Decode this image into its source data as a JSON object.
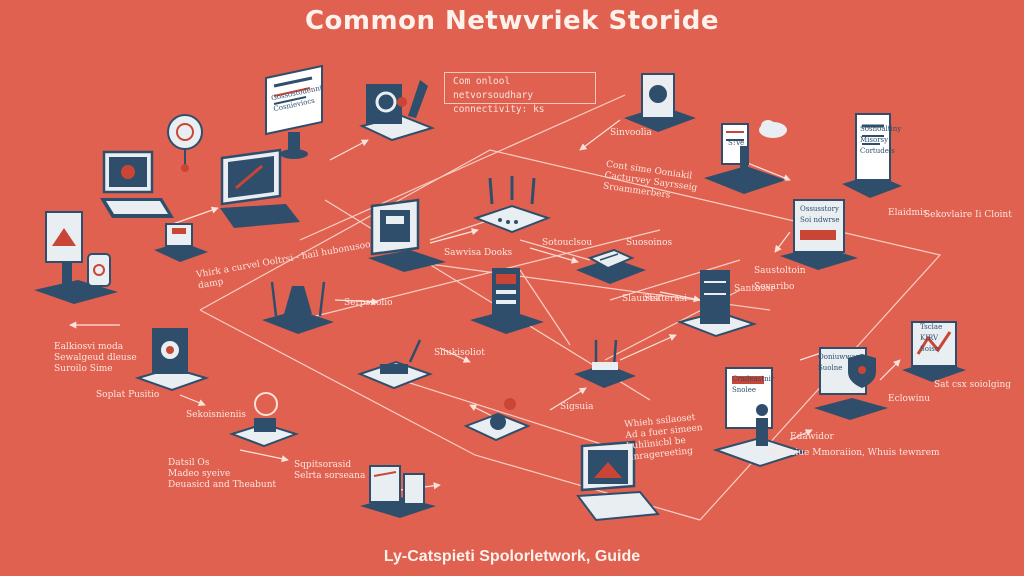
{
  "title": "Common Netwvriek Storide",
  "footer": "Ly-Catspieti Spolorletwork, Guide",
  "note": {
    "line1": "Com onlool netvorsoudhary",
    "line2": "connectivity:  ks"
  },
  "labels": [
    "Vhirk a curvel Ooltrsi - hail hubonusoo damp",
    "Ealkiosvi moda\nSewalgeud dleuse\nSuroilo Sime",
    "Soplat Pusitio",
    "Sekoisnieniis",
    "Datsil Os\nMadeo syeive\nDeuasicd and Theabunt",
    "Sqpitsorasid\nSelrta sorseana",
    "Serpsnolio",
    "Sliukisoliot",
    "Sawvisa Dooks",
    "Sotouclsou",
    "Sekterasi",
    "Sigsuia",
    "Sinvoolia",
    "Cont sime Ooniakil\nCacturvey Sayrsseig\nSroammerbers",
    "Elaidmis",
    "Saustoltoin",
    "Sovaribo",
    "Suosoinos",
    "Santosor",
    "Sekovlaire Ii Cloint",
    "Eclowinu",
    "Sat csx soiolging",
    "Whieh ssilaoset\nAd a fuer simeen\nbuhlinicbl be\nnnragereeting",
    "Edawidor",
    "Wolvaiue Mmoraiion,  Whuis tewnrem",
    "Slauirtsf"
  ],
  "screen_texts": [
    "Gossostodenni\nCosnieviocs",
    "Sosnoaltiny\nMisorsy\nCortudels",
    "Ossusstory\nSoi ndwrse",
    "Cradeastnir\nSnolee",
    "Ooniuwwas\nSuolne",
    "Tsclae\nKIRV\nSoiso",
    "S!Ve"
  ],
  "icons": [
    "laptop-icon",
    "desktop-monitor-icon",
    "laptop-icon",
    "usb-hub-icon",
    "monitor-kiosk-icon",
    "wifi-router-icon",
    "server-tower-icon",
    "network-switch-icon",
    "access-point-icon",
    "security-camera-icon",
    "desktop-pc-icon",
    "tablet-icon",
    "cloud-icon",
    "document-screen-icon",
    "presentation-board-icon",
    "person-icon",
    "smart-bulb-icon",
    "smartphone-icon",
    "firewall-shield-icon",
    "laptop-icon",
    "lock-icon",
    "touch-screen-icon",
    "media-server-icon",
    "router-icon",
    "modem-icon",
    "printer-icon",
    "robot-arm-icon"
  ],
  "colors": {
    "background": "#e0614f",
    "device_dark": "#2f4e6b",
    "device_light": "#e8eef2",
    "line": "#f8d7cf",
    "accent": "#c94636"
  }
}
